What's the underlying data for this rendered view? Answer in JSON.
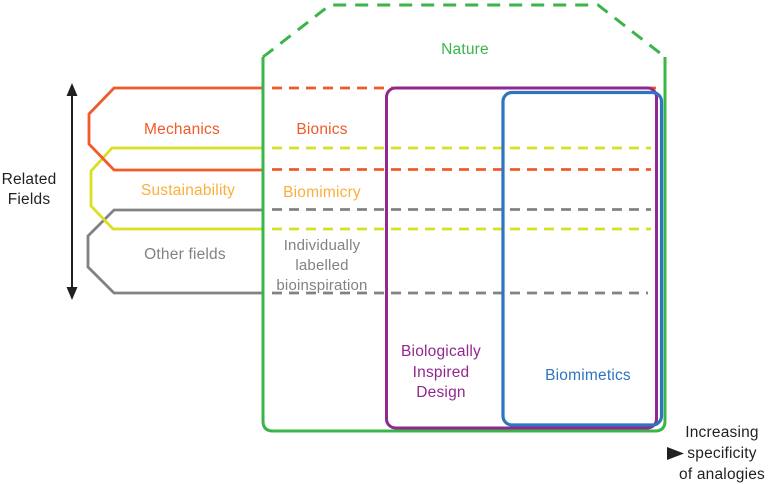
{
  "colors": {
    "green": "#3ab54a",
    "orange": "#f15a29",
    "yellow_green": "#d9e021",
    "amber": "#fbb03b",
    "gray": "#808285",
    "purple": "#92278f",
    "blue": "#2e74c0",
    "ink": "#231f20",
    "shaft_start": "#93a2b2",
    "shaft_end": "#202428"
  },
  "related_fields": {
    "line1": "Related",
    "line2": "Fields"
  },
  "tags": {
    "mechanics": "Mechanics",
    "sustainability": "Sustainability",
    "other_fields": "Other fields"
  },
  "nature_label": "Nature",
  "inner_zones": {
    "bionics": "Bionics",
    "biomimicry": "Biomimicry",
    "individual": {
      "line1": "Individually",
      "line2": "labelled",
      "line3": "bioinspiration"
    }
  },
  "overlay": {
    "bid": {
      "line1": "Biologically",
      "line2": "Inspired",
      "line3": "Design"
    },
    "biomimetics": "Biomimetics"
  },
  "specificity_axis": {
    "line1": "Increasing",
    "line2": "specificity",
    "line3": "of analogies"
  }
}
